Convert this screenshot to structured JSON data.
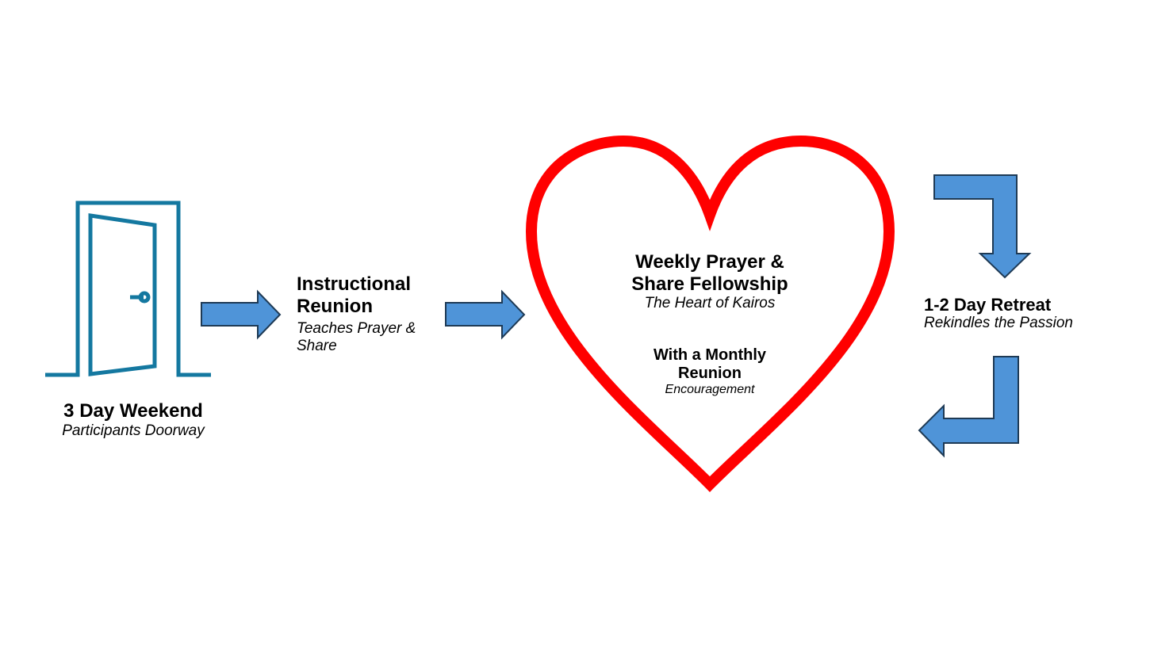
{
  "colors": {
    "door": "#1478a0",
    "arrow_fill": "#4f94d8",
    "arrow_stroke": "#1e3a55",
    "heart": "#ff0000"
  },
  "steps": {
    "weekend": {
      "title": "3 Day Weekend",
      "subtitle": "Participants Doorway"
    },
    "instructional": {
      "title_line1": "Instructional",
      "title_line2": "Reunion",
      "subtitle_line1": "Teaches Prayer &",
      "subtitle_line2": "Share"
    },
    "heart": {
      "title_line1": "Weekly Prayer &",
      "title_line2": "Share Fellowship",
      "subtitle": "The Heart of Kairos",
      "monthly_line1": "With a Monthly",
      "monthly_line2": "Reunion",
      "monthly_sub": "Encouragement"
    },
    "retreat": {
      "title": "1-2 Day Retreat",
      "subtitle": "Rekindles the Passion"
    }
  },
  "icons": {
    "door": "open-door-icon",
    "heart": "heart-icon",
    "arrow": "block-arrow-icon"
  }
}
